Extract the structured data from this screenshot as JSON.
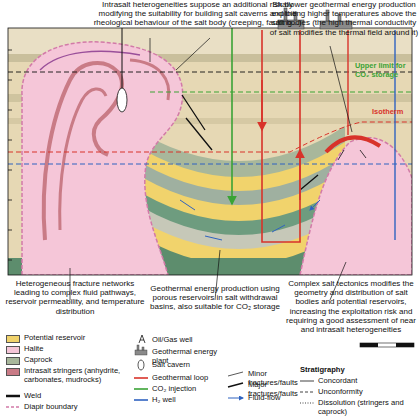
{
  "diagram": {
    "labels": [
      "Intrasalt heterogeneities suppose an additional risk by modifying the suitability for building salt caverns and the rheological behaviour of the salt body (creeping, faulting...)",
      "Shallower geothermal energy production exploiting higher temperatures above the salt bodies (the high thermal conductivity of salt modifies the thermal field around it)",
      "Upper limit for CO₂ storage",
      "Isotherm",
      "Heterogeneous fracture networks leading to complex fluid pathways, reservoir permeability, and temperature distribution",
      "Geothermal energy production using porous reservoirs in salt withdrawal basins, also suitable for CO₂ storage",
      "Complex salt tectonics modifies the geometry and distribution of salt bodies and potential reservoirs, increasing the exploitation risk and requiring a good assessment of near and intrasalt heterogeneities",
      "Stratigraphy"
    ],
    "legend": [
      {
        "text": "Potential reservoir",
        "color": "#f1d36c"
      },
      {
        "text": "Halite",
        "color": "#f5c6d8"
      },
      {
        "text": "Caprock",
        "color": "#a8b79b"
      },
      {
        "text": "Intrasalt stringers (anhydrite, carbonates, mudrocks)",
        "color": "#c97b86"
      },
      {
        "text": "Weld"
      },
      {
        "text": "Diapir boundary"
      },
      {
        "text": "Oil/Gas well"
      },
      {
        "text": "Geothermal energy plant"
      },
      {
        "text": "Salt cavern"
      },
      {
        "text": "Geothermal loop"
      },
      {
        "text": "CO₂ injection"
      },
      {
        "text": "H₂ well"
      },
      {
        "text": "Minor fractures/faults"
      },
      {
        "text": "Major fractures/faults"
      },
      {
        "text": "Fluid-flow"
      },
      {
        "text": "Concordant"
      },
      {
        "text": "Unconformity"
      },
      {
        "text": "Dissolution (stringers and caprock)"
      }
    ]
  }
}
